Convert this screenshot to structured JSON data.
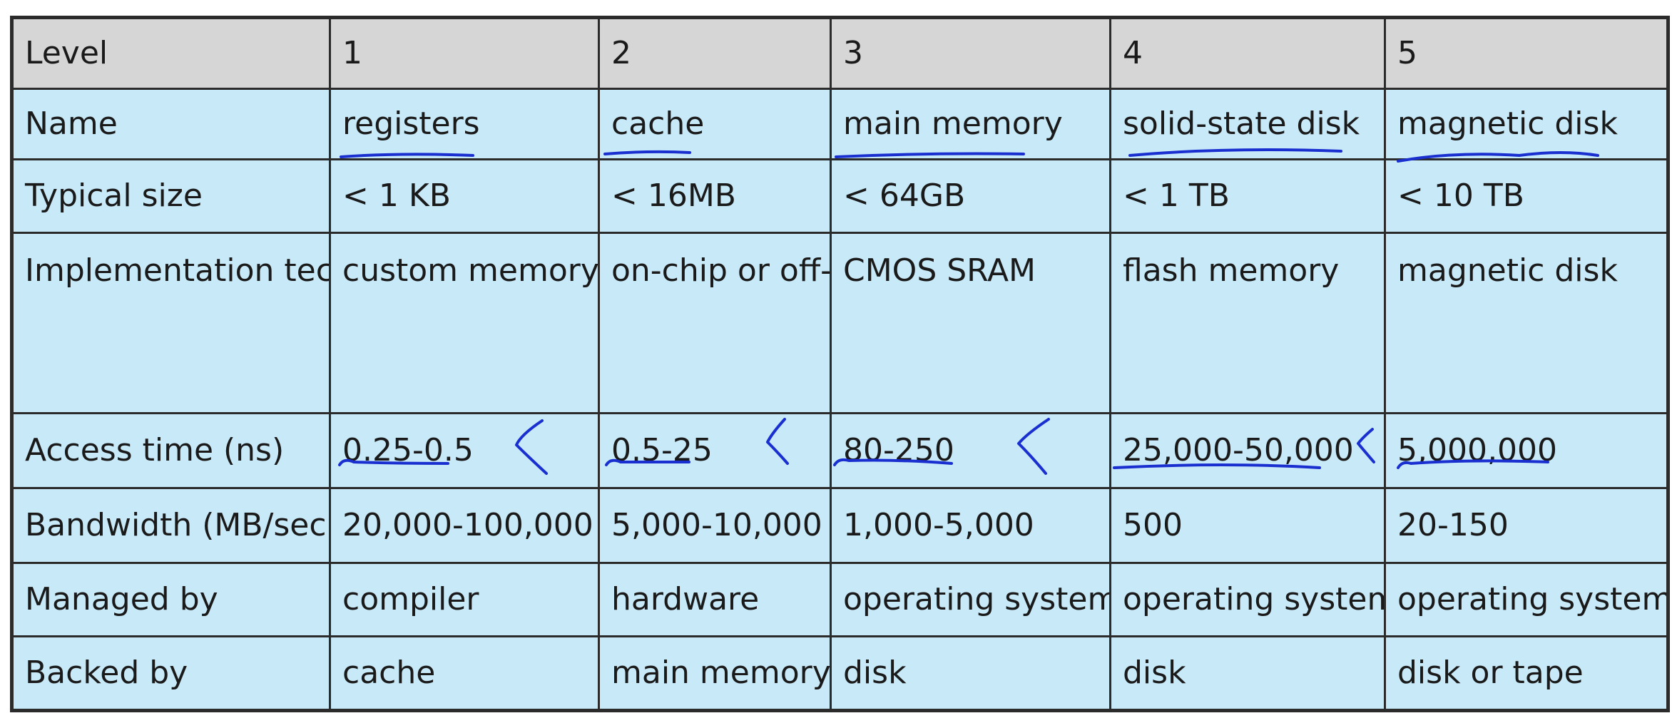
{
  "columns": [
    "Level",
    "1",
    "2",
    "3",
    "4",
    "5"
  ],
  "rows": [
    {
      "label": "Name",
      "cells": [
        "registers",
        "cache",
        "main memory",
        "solid-state disk",
        "magnetic disk"
      ]
    },
    {
      "label": "Typical size",
      "cells": [
        "< 1 KB",
        "< 16MB",
        "< 64GB",
        "< 1 TB",
        "< 10 TB"
      ]
    },
    {
      "label": "Implementation technology",
      "cells": [
        "custom memory with multiple ports CMOS",
        "on-chip or off-chip CMOS SRAM",
        "CMOS SRAM",
        "flash memory",
        "magnetic disk"
      ]
    },
    {
      "label": "Access time (ns)",
      "cells": [
        "0.25-0.5",
        "0.5-25",
        "80-250",
        "25,000-50,000",
        "5,000,000"
      ]
    },
    {
      "label": "Bandwidth (MB/sec)",
      "cells": [
        "20,000-100,000",
        "5,000-10,000",
        "1,000-5,000",
        "500",
        "20-150"
      ]
    },
    {
      "label": "Managed by",
      "cells": [
        "compiler",
        "hardware",
        "operating system",
        "operating system",
        "operating system"
      ]
    },
    {
      "label": "Backed by",
      "cells": [
        "cache",
        "main memory",
        "disk",
        "disk",
        "disk or tape"
      ]
    }
  ],
  "annotation_color": "#1a2fd0",
  "header_bg": "#d6d6d6",
  "body_bg": "#c8e9f8"
}
